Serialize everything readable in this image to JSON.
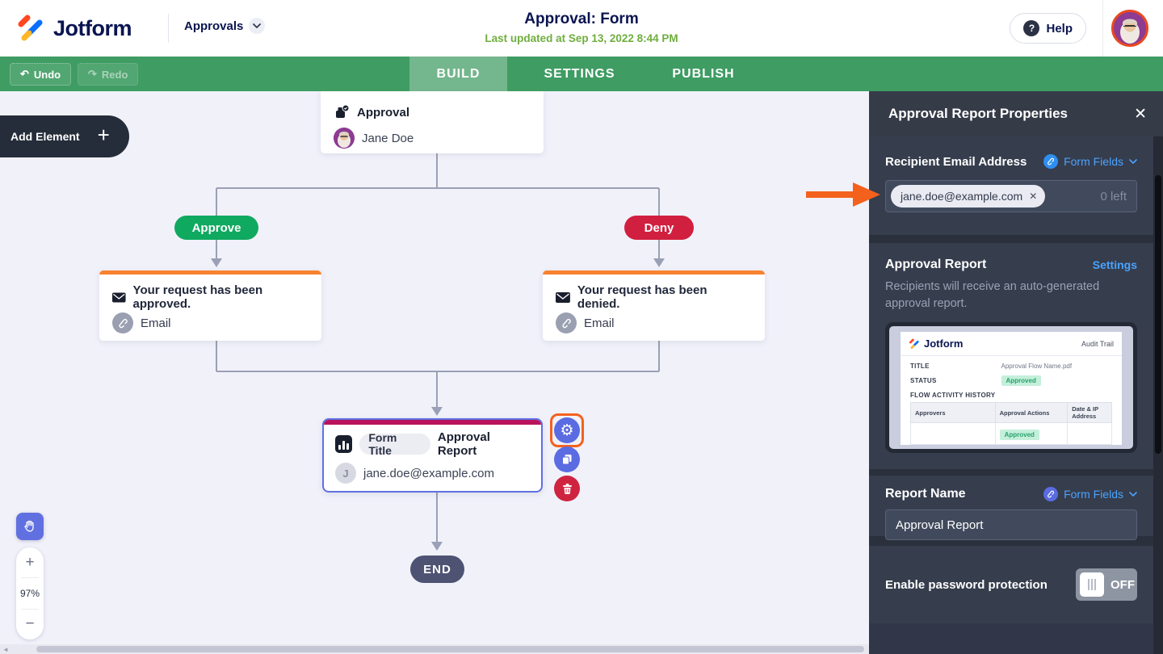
{
  "header": {
    "brand": "Jotform",
    "nav_label": "Approvals",
    "title": "Approval: Form",
    "subtitle": "Last updated at Sep 13, 2022 8:44 PM",
    "help_label": "Help"
  },
  "toolbar": {
    "undo_label": "Undo",
    "redo_label": "Redo",
    "tabs": [
      {
        "label": "BUILD",
        "active": true
      },
      {
        "label": "SETTINGS",
        "active": false
      },
      {
        "label": "PUBLISH",
        "active": false
      }
    ]
  },
  "canvas": {
    "add_element_label": "Add Element",
    "zoom_in": "+",
    "zoom_level": "97%",
    "zoom_out": "−",
    "flow": {
      "approval": {
        "title": "Approval",
        "assignee": "Jane Doe"
      },
      "approve_badge": "Approve",
      "deny_badge": "Deny",
      "approved_email": {
        "message": "Your request has been approved.",
        "channel": "Email"
      },
      "denied_email": {
        "message": "Your request has been denied.",
        "channel": "Email"
      },
      "report": {
        "badge": "Form Title",
        "title": "Approval Report",
        "avatar_initial": "J",
        "recipient": "jane.doe@example.com"
      },
      "end_label": "END"
    }
  },
  "panel": {
    "title": "Approval Report Properties",
    "close_glyph": "✕",
    "recipient": {
      "label": "Recipient Email Address",
      "form_fields_label": "Form Fields",
      "chip": "jane.doe@example.com",
      "chip_remove": "✕",
      "remaining": "0 left"
    },
    "report": {
      "label": "Approval Report",
      "settings_link": "Settings",
      "description": "Recipients will receive an auto-generated approval report.",
      "preview": {
        "brand": "Jotform",
        "corner": "Audit Trail",
        "title_label": "TITLE",
        "title_value": "Approval Flow Name.pdf",
        "status_label": "STATUS",
        "status_value": "Approved",
        "history_label": "FLOW ACTIVITY HISTORY",
        "table_headers": [
          "Approvers",
          "Approval Actions",
          "Date & IP Address"
        ],
        "row_badge": "Approved"
      }
    },
    "report_name": {
      "label": "Report Name",
      "form_fields_label": "Form Fields",
      "value": "Approval Report"
    },
    "password": {
      "label": "Enable password protection",
      "toggle_state": "OFF"
    }
  },
  "colors": {
    "brand_navy": "#0a1551",
    "toolbar_green": "#3f9c63",
    "updated_green": "#6fae3e",
    "approve_green": "#0fa95f",
    "deny_red": "#d11f3f",
    "accent_orange": "#f4611d",
    "node_border_indigo": "#6070e2",
    "panel_dark": "#363d4d",
    "link_blue": "#4aa3ff"
  }
}
